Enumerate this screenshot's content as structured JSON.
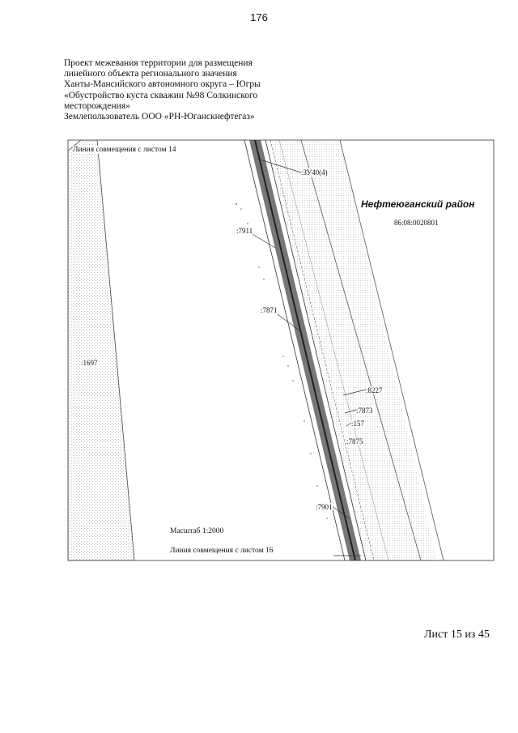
{
  "page_number": "176",
  "header": {
    "lines": [
      "Проект межевания территории для размещения",
      "линейного объекта регионального значения",
      "Ханты-Мансийского автономного округа – Югры",
      "«Обустройство куста скважин №98 Солкинского",
      "месторождения»",
      "Землепользователь ООО «РН-Юганскнефтегаз»"
    ]
  },
  "map": {
    "join_top": "Линия совмещения с листом 14",
    "join_bottom": "Линия совмещения с листом 16",
    "scale": "Масштаб 1:2000",
    "district": "Нефтеюганский район",
    "cadastral_quarter": "86:08:0020801",
    "parcels": {
      "zu40": ":ЗУ40(4)",
      "p7911": ":7911",
      "p7871": ":7871",
      "p1697": ":1697",
      "p8227": ":8227",
      "p7873": ":7873",
      "p157": ":157",
      "p7875": ":7875",
      "p7901": ":7901"
    }
  },
  "sheet_label": "Лист 15 из 45"
}
